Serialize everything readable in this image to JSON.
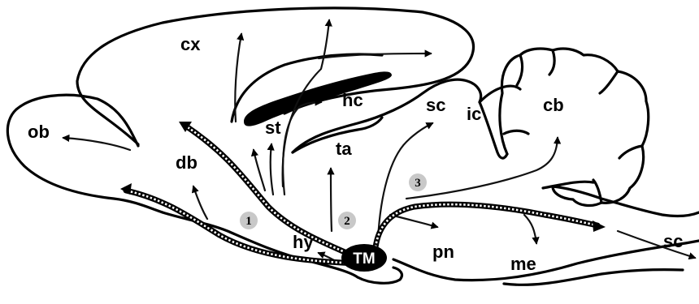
{
  "labels": {
    "cx": "cx",
    "ob": "ob",
    "db": "db",
    "st": "st",
    "hc": "hc",
    "ta": "ta",
    "sc_top": "sc",
    "ic": "ic",
    "cb": "cb",
    "hy": "hy",
    "tm": "TM",
    "pn": "pn",
    "me": "me",
    "sc_spinal": "sc"
  },
  "pathways": [
    {
      "number": "1"
    },
    {
      "number": "2"
    },
    {
      "number": "3"
    }
  ],
  "colors": {
    "ink": "#000000",
    "badge": "#c8c8c8",
    "background": "#ffffff"
  }
}
